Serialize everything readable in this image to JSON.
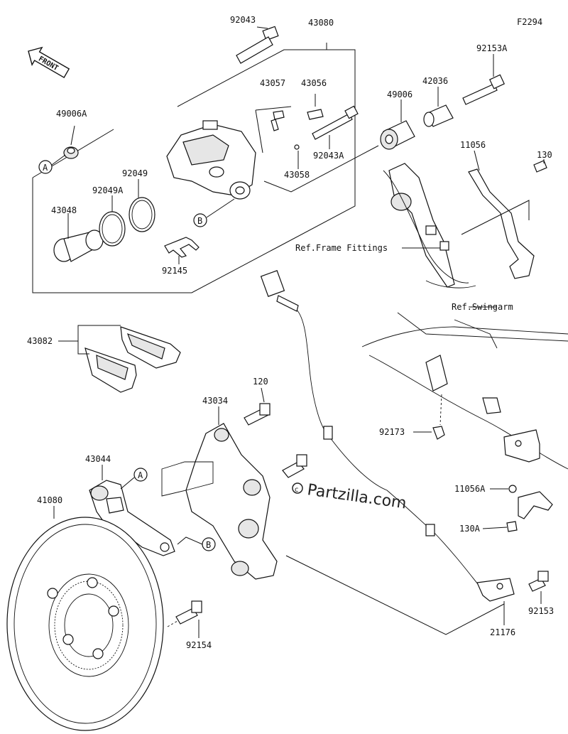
{
  "figure_id": "F2294",
  "front_label": "FRONT",
  "watermark": "Partzilla.com",
  "parts": [
    {
      "id": "92043"
    },
    {
      "id": "43080"
    },
    {
      "id": "92153A"
    },
    {
      "id": "43057"
    },
    {
      "id": "43056"
    },
    {
      "id": "42036"
    },
    {
      "id": "49006"
    },
    {
      "id": "49006A"
    },
    {
      "id": "92049"
    },
    {
      "id": "92049A"
    },
    {
      "id": "92043A"
    },
    {
      "id": "11056"
    },
    {
      "id": "130"
    },
    {
      "id": "43058"
    },
    {
      "id": "43048"
    },
    {
      "id": "92145"
    },
    {
      "id": "43082"
    },
    {
      "id": "120"
    },
    {
      "id": "43034"
    },
    {
      "id": "92173"
    },
    {
      "id": "43044"
    },
    {
      "id": "11056A"
    },
    {
      "id": "41080"
    },
    {
      "id": "130A"
    },
    {
      "id": "92153"
    },
    {
      "id": "92154"
    },
    {
      "id": "21176"
    }
  ],
  "refs": {
    "frame": "Ref.Frame Fittings",
    "swingarm": "Ref.Swingarm"
  },
  "callouts": {
    "a": "A",
    "b": "B"
  }
}
